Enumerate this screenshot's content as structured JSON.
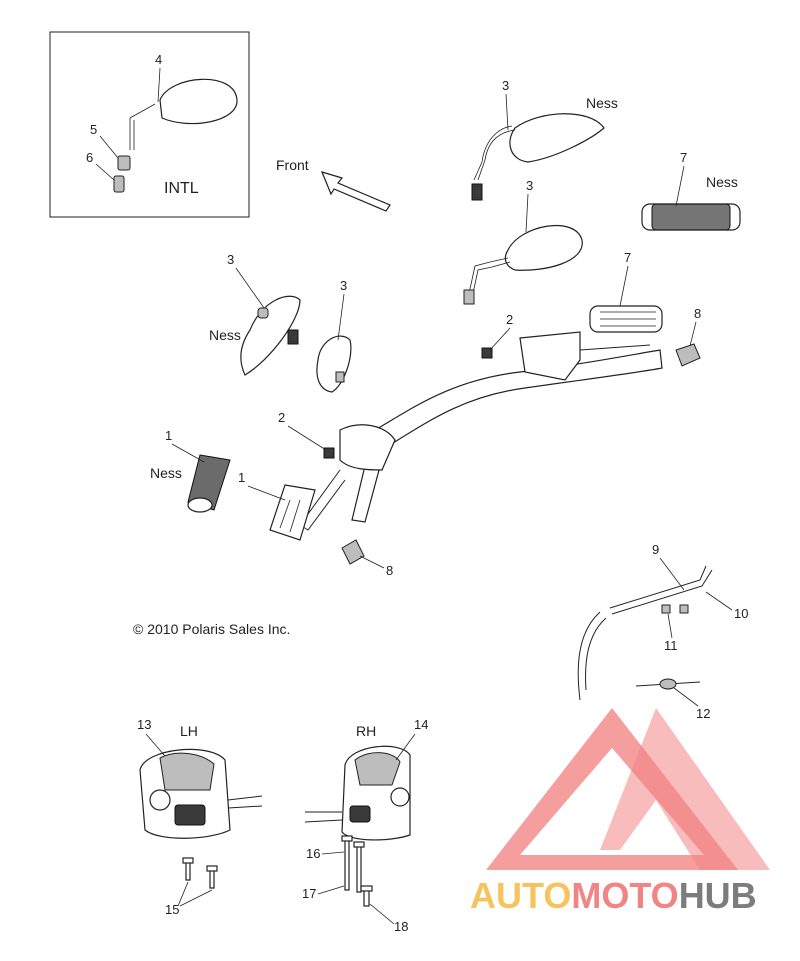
{
  "diagram": {
    "inset_label": "INTL",
    "direction_label": "Front",
    "copyright": "© 2010 Polaris Sales Inc.",
    "side_left": "LH",
    "side_right": "RH",
    "variant_label": "Ness",
    "callouts": [
      "1",
      "2",
      "3",
      "4",
      "5",
      "6",
      "7",
      "8",
      "9",
      "10",
      "11",
      "12",
      "13",
      "14",
      "15",
      "16",
      "17",
      "18"
    ]
  },
  "watermark": {
    "part1": "AUTO",
    "part2": "MOTO",
    "part3": "HUB",
    "colors": {
      "auto": "#f5b942",
      "moto": "#ef6f6f",
      "hub": "#666666",
      "logo": "#f07070"
    }
  }
}
